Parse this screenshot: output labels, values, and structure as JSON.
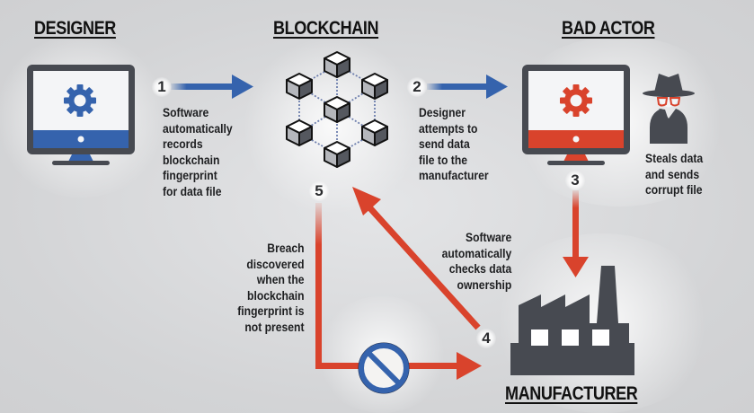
{
  "colors": {
    "background": "#d3d4d6",
    "blue_accent": "#3563ad",
    "red_accent": "#d9432c",
    "dark_icon": "#474a51",
    "text": "#1b1c1e"
  },
  "headings": {
    "designer": "DESIGNER",
    "blockchain": "BLOCKCHAIN",
    "bad_actor": "BAD ACTOR",
    "manufacturer": "MANUFACTURER"
  },
  "steps": [
    {
      "number": "1",
      "text": "Software\nautomatically\nrecords\nblockchain\nfingerprint\nfor data file",
      "color": "blue"
    },
    {
      "number": "2",
      "text": "Designer\nattempts to\nsend data\nfile to the\nmanufacturer",
      "color": "blue"
    },
    {
      "number": "3",
      "text": "Steals data\nand sends\ncorrupt file",
      "color": "red"
    },
    {
      "number": "4",
      "text": "Software\nautomatically\nchecks data\nownership",
      "color": "red"
    },
    {
      "number": "5",
      "text": "Breach\ndiscovered\nwhen the\nblockchain\nfingerprint is\nnot present",
      "color": "red"
    }
  ],
  "icons": {
    "designer_computer": "computer-gear-icon",
    "blockchain_network": "cube-network-icon",
    "bad_actor_computer": "computer-gear-icon",
    "spy": "spy-icon",
    "factory": "factory-icon",
    "prohibited": "no-entry-icon"
  }
}
